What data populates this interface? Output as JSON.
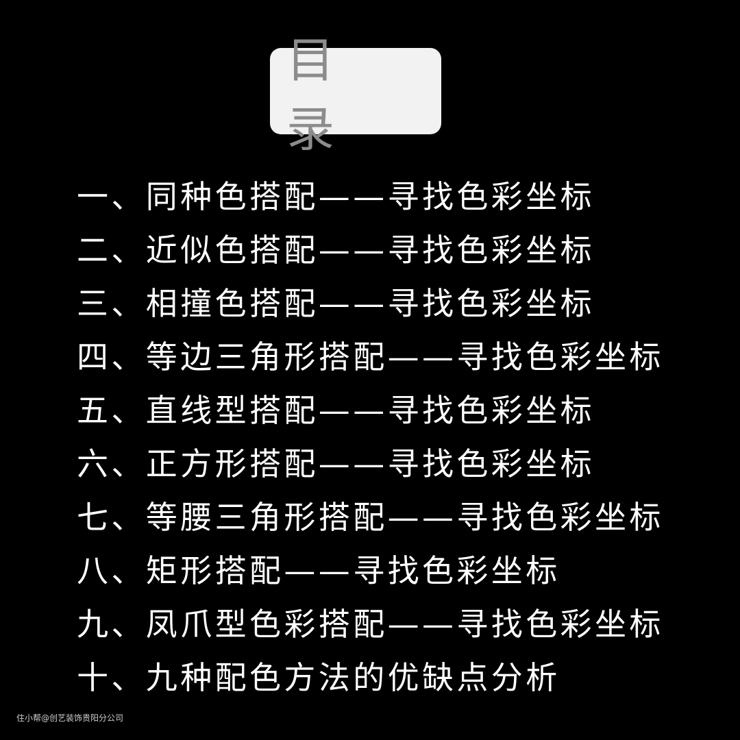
{
  "title": "目 录",
  "toc": [
    "一、同种色搭配——寻找色彩坐标",
    "二、近似色搭配——寻找色彩坐标",
    "三、相撞色搭配——寻找色彩坐标",
    "四、等边三角形搭配——寻找色彩坐标",
    "五、直线型搭配——寻找色彩坐标",
    "六、正方形搭配——寻找色彩坐标",
    "七、等腰三角形搭配——寻找色彩坐标",
    "八、矩形搭配——寻找色彩坐标",
    "九、凤爪型色彩搭配——寻找色彩坐标",
    "十、九种配色方法的优缺点分析"
  ],
  "watermark": "住小帮@创艺装饰贵阳分公司"
}
